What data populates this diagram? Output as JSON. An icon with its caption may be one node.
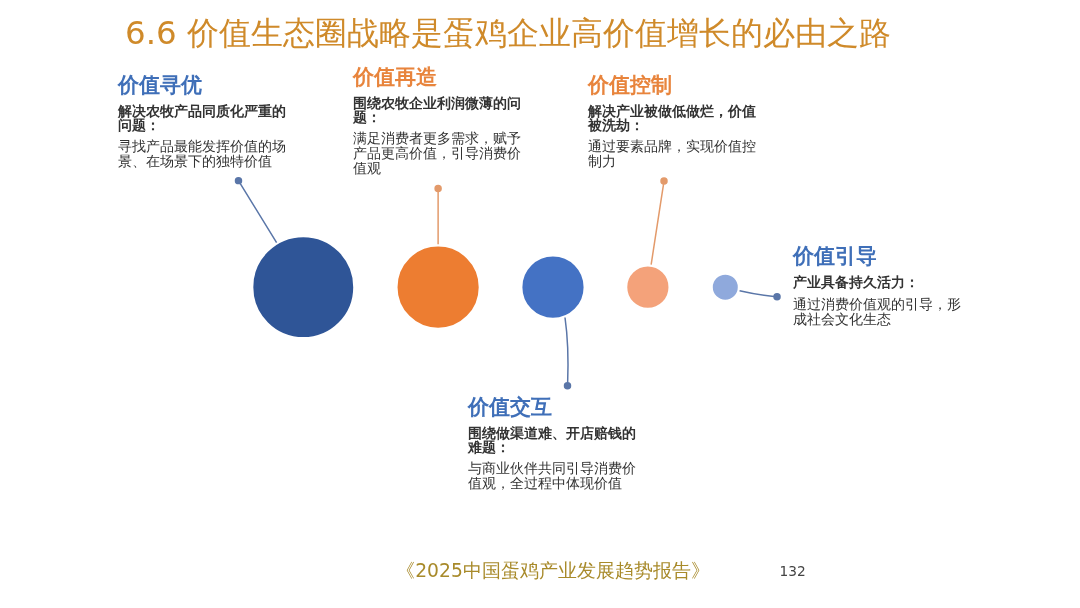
{
  "diagram": {
    "title": "6.6 价值生态圈战略是蛋鸡企业高价值增长的必由之路",
    "nodes": [
      {
        "text": [
          "价值寻优",
          "解决农牧产品同质化严重的问题：",
          "寻找产品最能发挥价值的场景、在场景下的独特价值"
        ]
      },
      {
        "text": [],
        "shape": "circle"
      },
      {
        "text": [
          "价值再造",
          "围绕农牧企业利润微薄的问题：",
          "满足消费者更多需求，赋予产品更高价值，引导消费价值观"
        ]
      },
      {
        "text": [],
        "shape": "circle"
      },
      {
        "text": [
          "价值交互",
          "围绕做渠道难、开店赔钱的难题：",
          "与商业伙伴共同引导消费价值观，全过程中体现价值"
        ]
      },
      {
        "text": [],
        "shape": "circle"
      },
      {
        "text": [
          "价值控制",
          "解决产业被做低做烂，价值被洗劫：",
          "通过要素品牌，实现价值控制力"
        ]
      },
      {
        "text": [],
        "shape": "circle"
      },
      {
        "text": [
          "价值引导",
          "产业具备持久活力：",
          "通过消费价值观的引导，形成社会文化生态"
        ]
      },
      {
        "text": [],
        "shape": "circle"
      }
    ],
    "edges": [
      {
        "from": 0,
        "to": 1,
        "arrow": "other"
      },
      {
        "from": 2,
        "to": 3,
        "arrow": "other",
        "color": "#e39a6a"
      },
      {
        "from": 4,
        "to": 5,
        "arrow": "other"
      },
      {
        "from": 6,
        "to": 7,
        "arrow": "other",
        "color": "#e39a6a"
      },
      {
        "from": 8,
        "to": 9,
        "arrow": "other"
      }
    ],
    "labels": [
      "《2025中国蛋鸡产业发展趋势报告》",
      "132"
    ]
  }
}
